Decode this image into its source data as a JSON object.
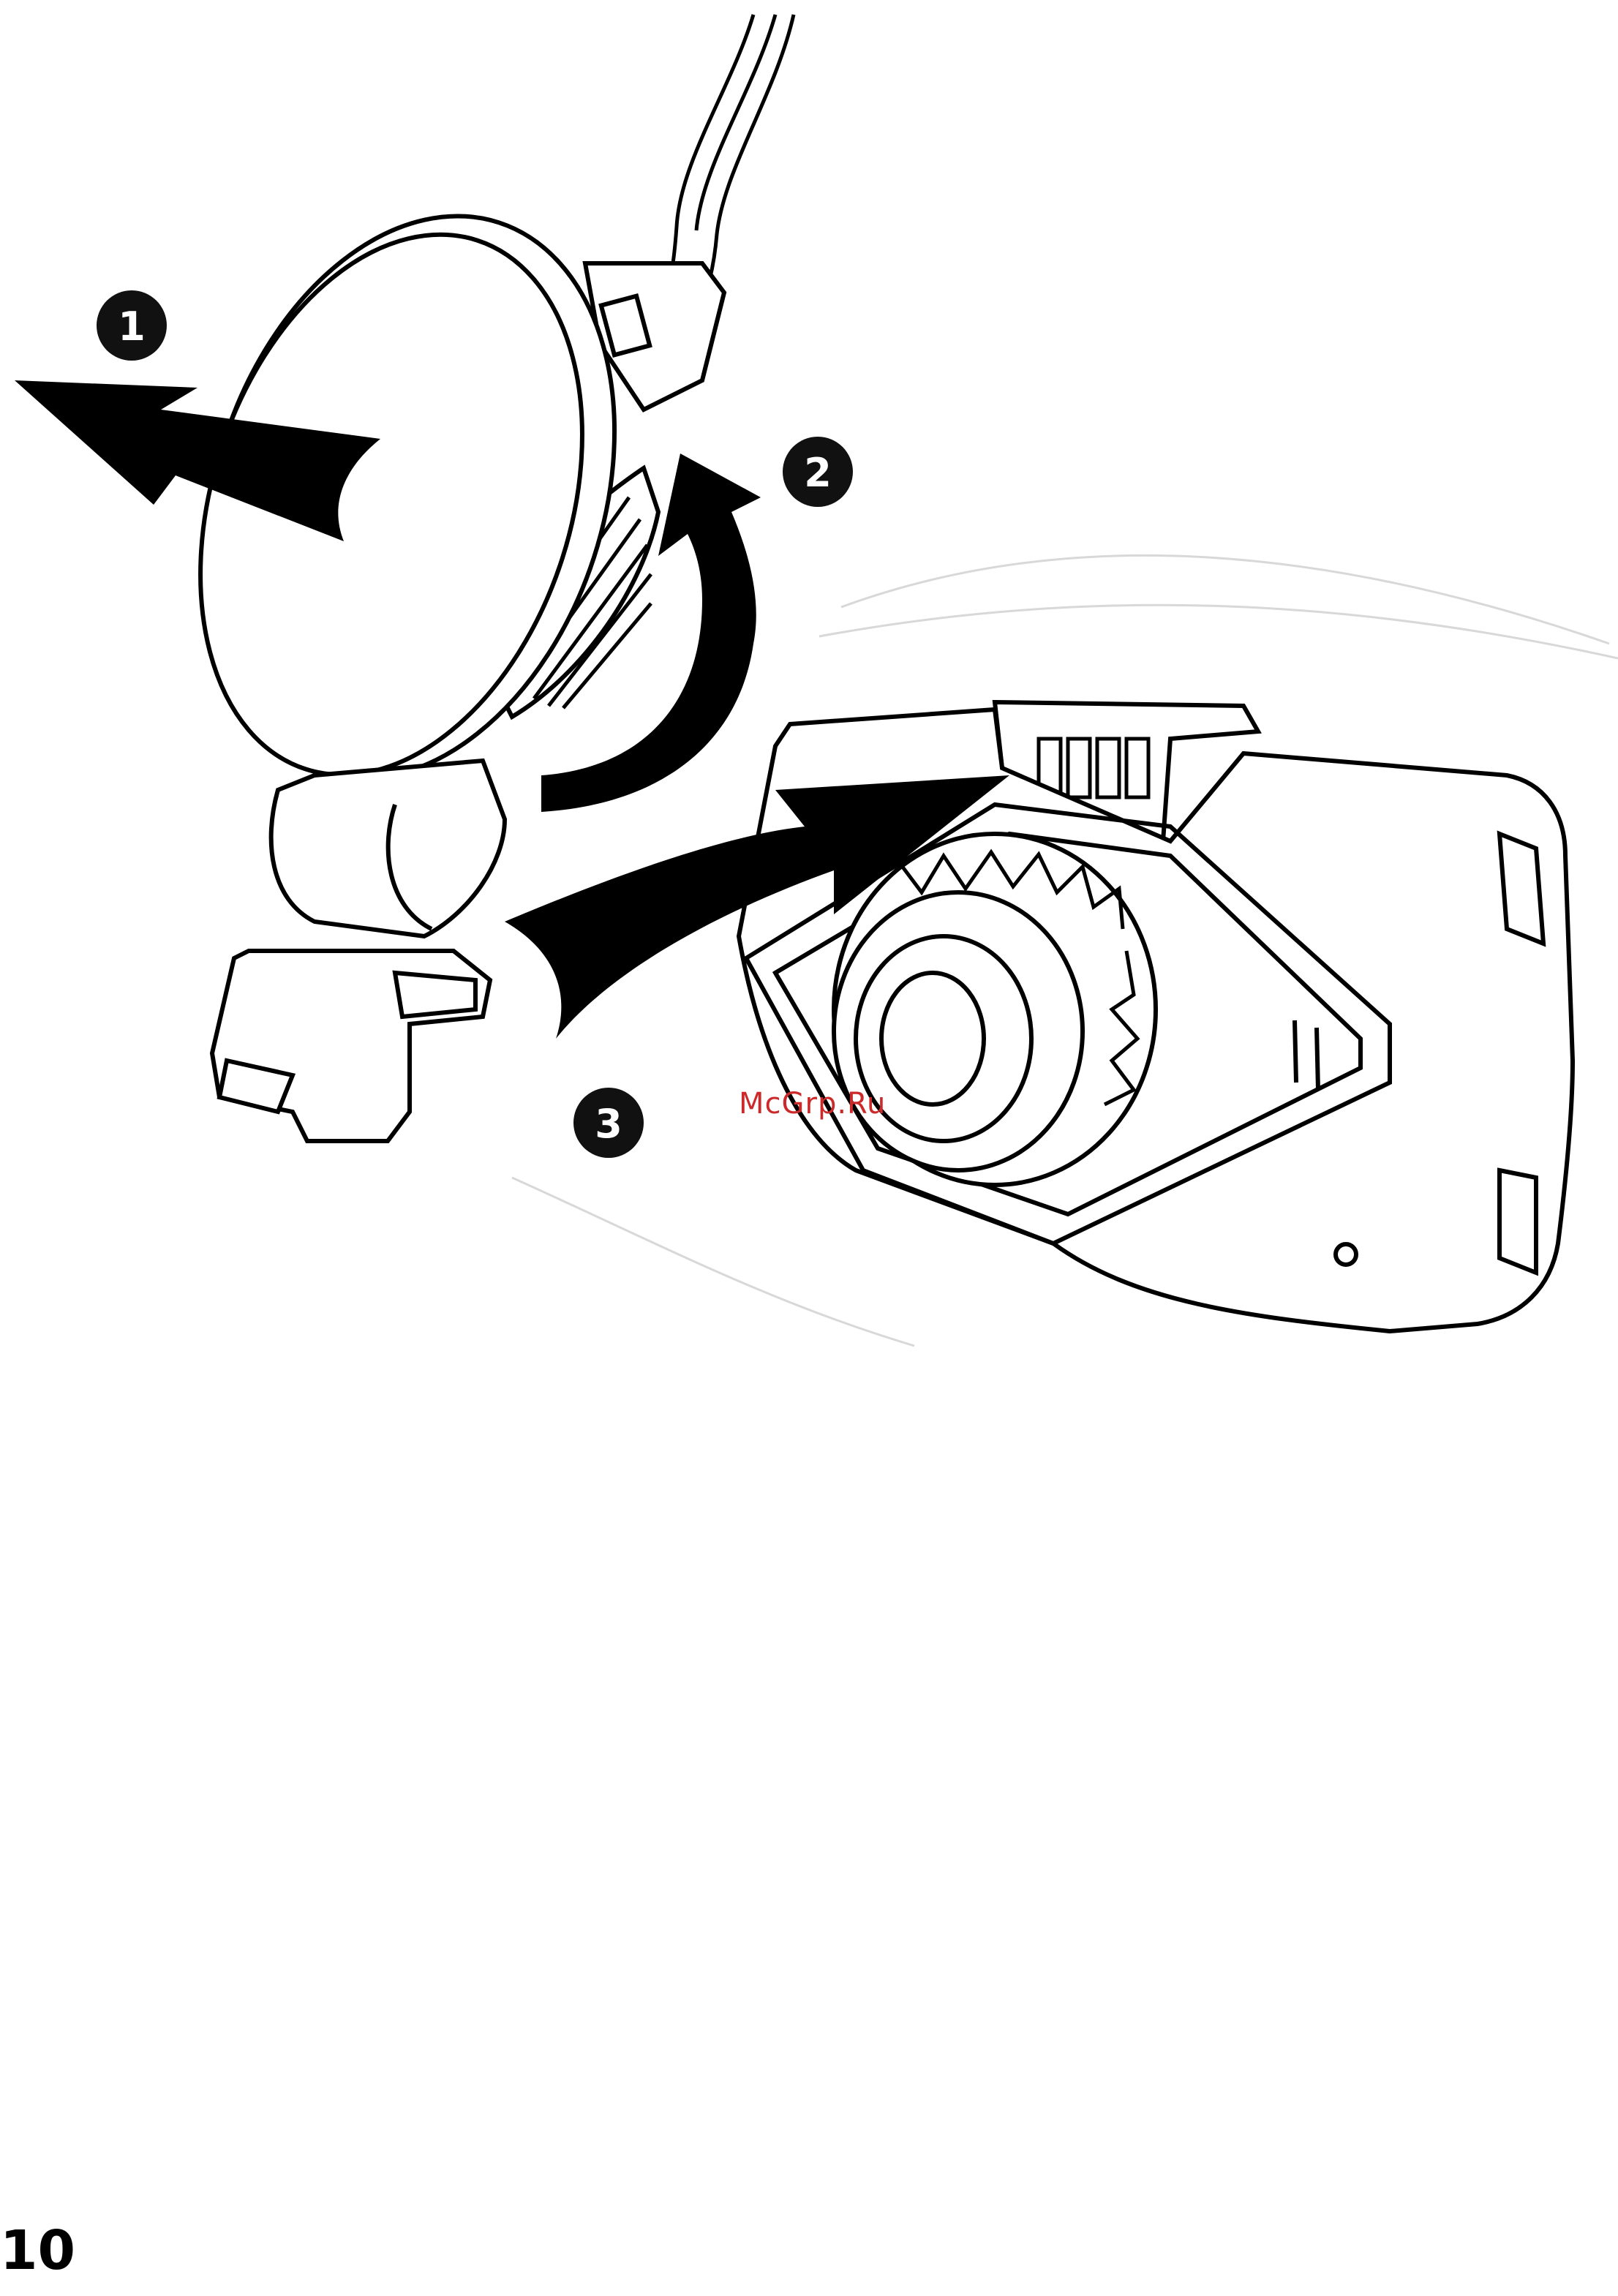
{
  "page": {
    "number": "10"
  },
  "watermark": {
    "text": "McGrp.Ru",
    "color": "#cc2a2a"
  },
  "steps": [
    {
      "label": "1"
    },
    {
      "label": "2"
    },
    {
      "label": "3"
    }
  ],
  "colors": {
    "ink": "#000000",
    "paper": "#ffffff",
    "badge": "#111111"
  },
  "icons": {
    "step1": "push-arrow-icon",
    "step2": "rotate-arrow-icon",
    "step3": "slide-in-arrow-icon"
  }
}
